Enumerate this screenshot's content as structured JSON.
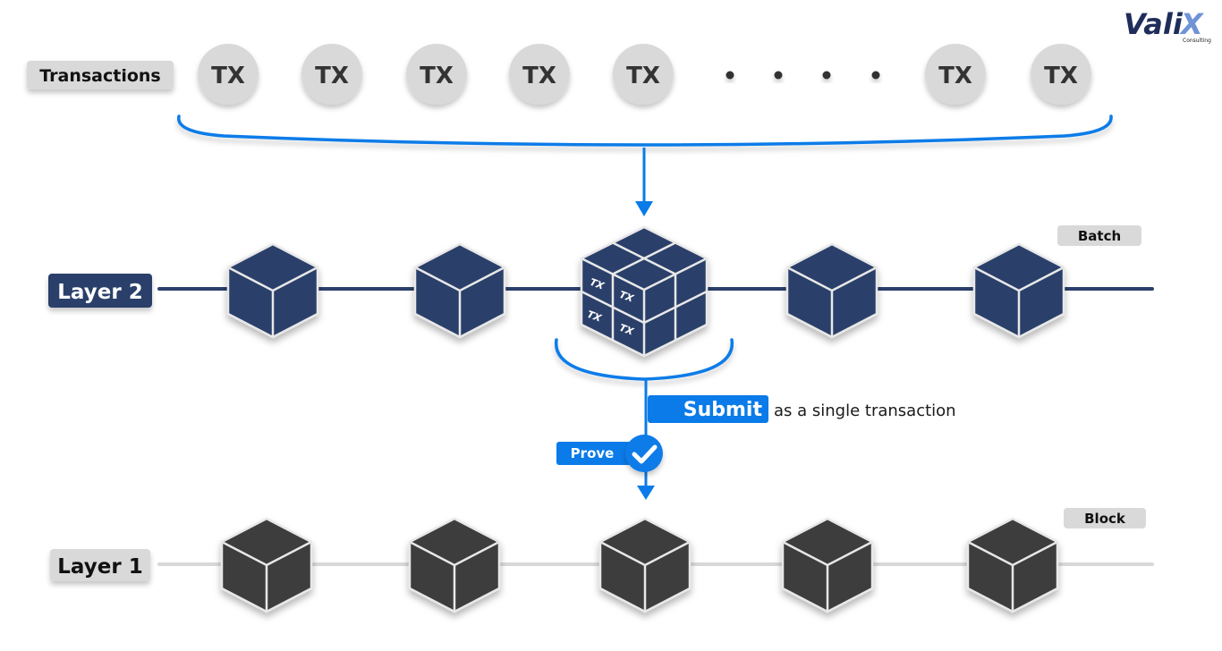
{
  "logo": {
    "text_main": "Vali",
    "text_accent": "X",
    "subtitle": "Consulting",
    "colors": {
      "main": "#1f2d5a",
      "accent": "#6f93d6"
    }
  },
  "transactions": {
    "label": "Transactions",
    "items": [
      "TX",
      "TX",
      "TX",
      "TX",
      "TX",
      "TX",
      "TX"
    ],
    "ellipsis_dot_count": 4
  },
  "layer2": {
    "label": "Layer 2",
    "tag": "Batch",
    "block_count": 5,
    "batch_block_index": 2,
    "batch_cells": [
      "TX",
      "TX",
      "TX",
      "TX"
    ]
  },
  "flow": {
    "submit_label": "Submit",
    "submit_suffix": "as a single transaction",
    "prove_label": "Prove",
    "check_icon": "checkmark-icon"
  },
  "layer1": {
    "label": "Layer 1",
    "tag": "Block",
    "block_count": 5
  },
  "colors": {
    "accent_blue": "#0a7be8",
    "layer2_navy": "#2b3f6b",
    "layer1_dark": "#3c3c3c",
    "chip_gray": "#d9d9d9",
    "layer1_line": "#d8d8d8"
  }
}
